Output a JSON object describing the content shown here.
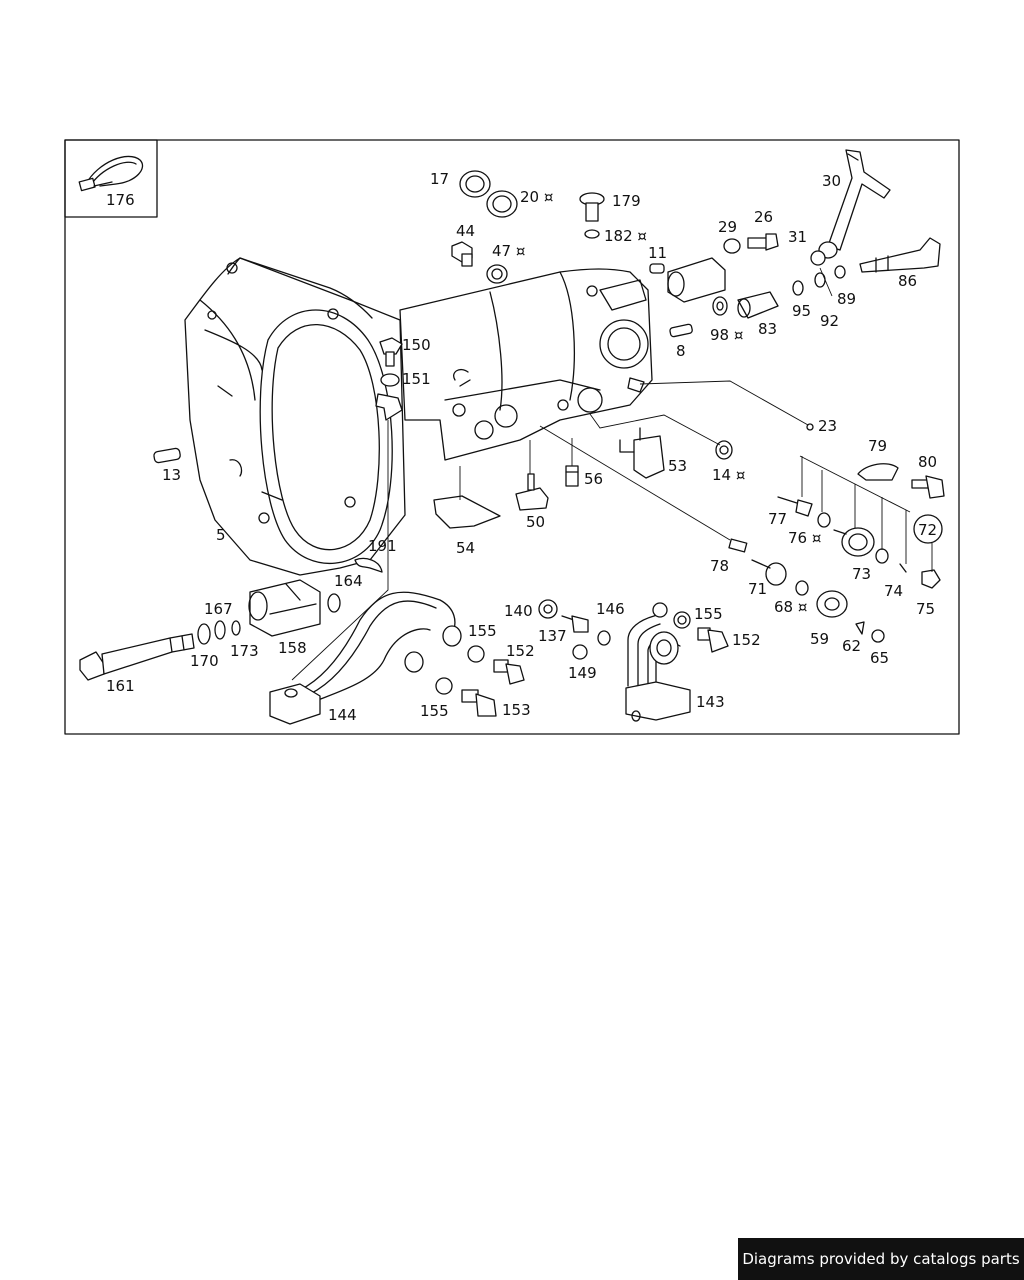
{
  "diagram": {
    "part_labels": [
      "176",
      "17",
      "20 ¤",
      "179",
      "182 ¤",
      "44",
      "47 ¤",
      "11",
      "29",
      "26",
      "31",
      "30",
      "86",
      "89",
      "95",
      "92",
      "8",
      "98 ¤",
      "83",
      "150",
      "151",
      "23",
      "13",
      "5",
      "53",
      "14 ¤",
      "56",
      "50",
      "54",
      "79",
      "80",
      "77",
      "76 ¤",
      "72",
      "73",
      "74",
      "75",
      "78",
      "71",
      "68 ¤",
      "59",
      "62",
      "65",
      "191",
      "164",
      "167",
      "158",
      "173",
      "170",
      "161",
      "155",
      "140",
      "137",
      "146",
      "155",
      "152",
      "152",
      "149",
      "144",
      "155",
      "153",
      "143"
    ]
  },
  "footer": {
    "credit": "Diagrams provided by catalogs parts"
  },
  "colors": {
    "ink": "#111111",
    "paper": "#ffffff",
    "credit_bg": "#111111"
  }
}
